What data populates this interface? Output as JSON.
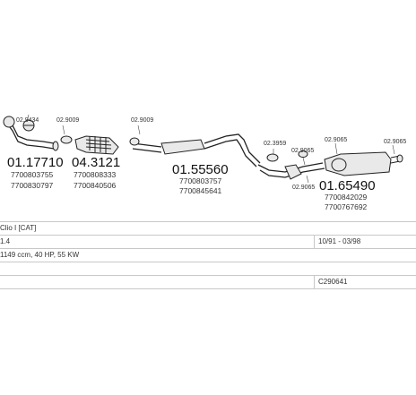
{
  "parts": {
    "p1_code": "01.17710",
    "p1_oe1": "7700803755",
    "p1_oe2": "7700830797",
    "p1_clamp": "02.9434",
    "p2_code": "04.3121",
    "p2_oe1": "7700808333",
    "p2_oe2": "7700840506",
    "p2_clamp": "02.9009",
    "p3_code": "01.55560",
    "p3_oe1": "7700803757",
    "p3_oe2": "7700845641",
    "p3_clamp": "02.9009",
    "p4_code": "01.65490",
    "p4_oe1": "7700842029",
    "p4_oe2": "7700767692",
    "p4_clamp1": "02.3959",
    "p4_clamp2": "02.9065",
    "p4_clamp3": "02.9065",
    "p4_clamp4": "02.9065",
    "p4_clamp5": "02.9065"
  },
  "info": {
    "model": "Clio I [CAT]",
    "engine": "1.4",
    "years": "10/91 - 03/98",
    "specs": "1149 ccm, 40 HP, 55 KW",
    "catalog": "C290641"
  }
}
